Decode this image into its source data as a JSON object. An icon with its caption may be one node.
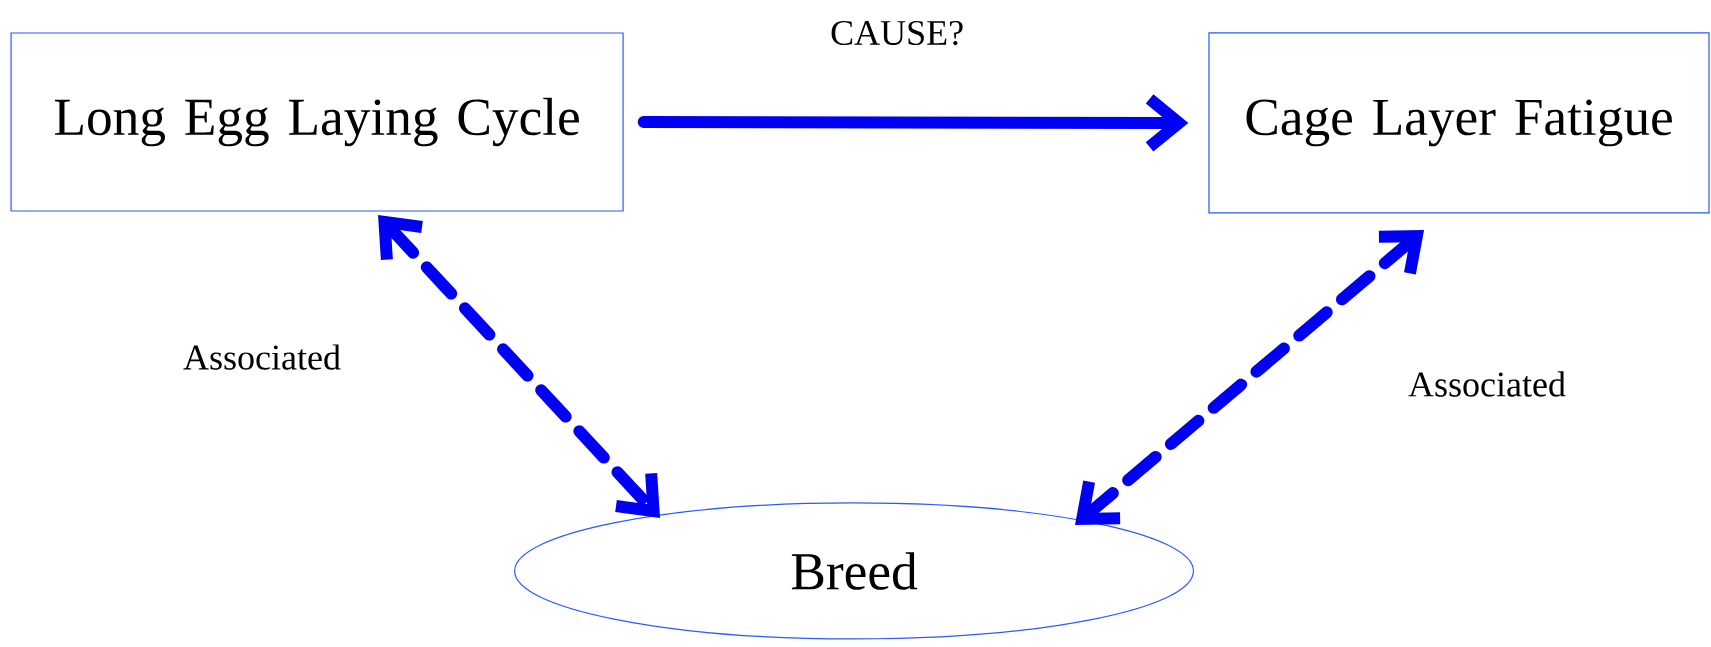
{
  "diagram": {
    "nodes": [
      {
        "text": [
          "Long Egg Laying Cycle"
        ]
      },
      {
        "text": [
          "Cage Layer Fatigue"
        ]
      },
      {
        "text": [
          "Breed"
        ]
      }
    ],
    "edges": [
      {
        "from": 0,
        "to": 1,
        "arrow": "to",
        "label": "CAUSE?"
      },
      {
        "from": 0,
        "to": 2,
        "arrow": "both",
        "label": "Associated",
        "style": "dashed"
      },
      {
        "from": 1,
        "to": 2,
        "arrow": "both",
        "label": "Associated",
        "style": "dashed"
      }
    ]
  }
}
